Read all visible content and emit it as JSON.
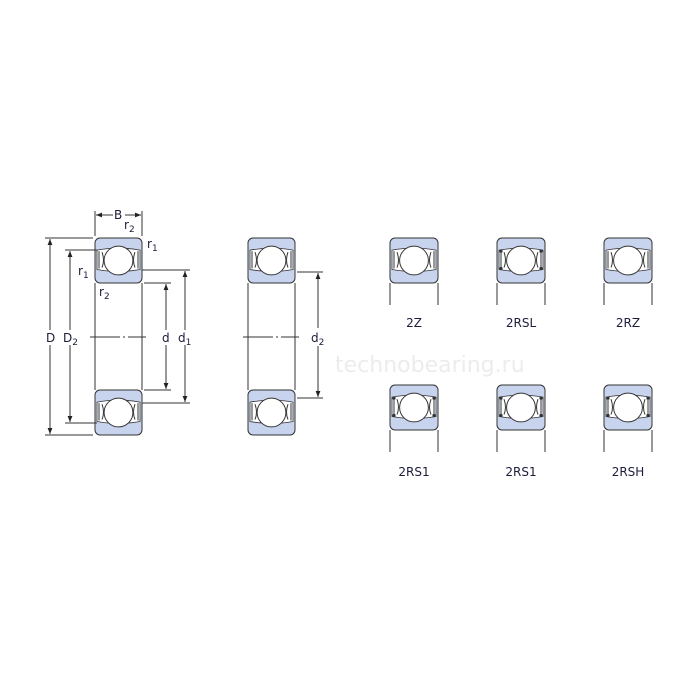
{
  "colors": {
    "section_fill": "#c8d4ee",
    "outline": "#333333",
    "text": "#1c1c3c",
    "watermark": "#ececec"
  },
  "watermark": "technobearing.ru",
  "dimensions": {
    "B": "B",
    "D": "D",
    "D2": {
      "main": "D",
      "sub": "2"
    },
    "d": "d",
    "d1": {
      "main": "d",
      "sub": "1"
    },
    "d2": {
      "main": "d",
      "sub": "2"
    },
    "r1": {
      "main": "r",
      "sub": "1"
    },
    "r2": {
      "main": "r",
      "sub": "2"
    }
  },
  "variants": [
    {
      "label": "2Z",
      "seal": "shield"
    },
    {
      "label": "2RSL",
      "seal": "lip"
    },
    {
      "label": "2RZ",
      "seal": "shield"
    },
    {
      "label": "2RS1",
      "seal": "contact"
    },
    {
      "label": "2RS1",
      "seal": "lip"
    },
    {
      "label": "2RSH",
      "seal": "contact"
    }
  ]
}
